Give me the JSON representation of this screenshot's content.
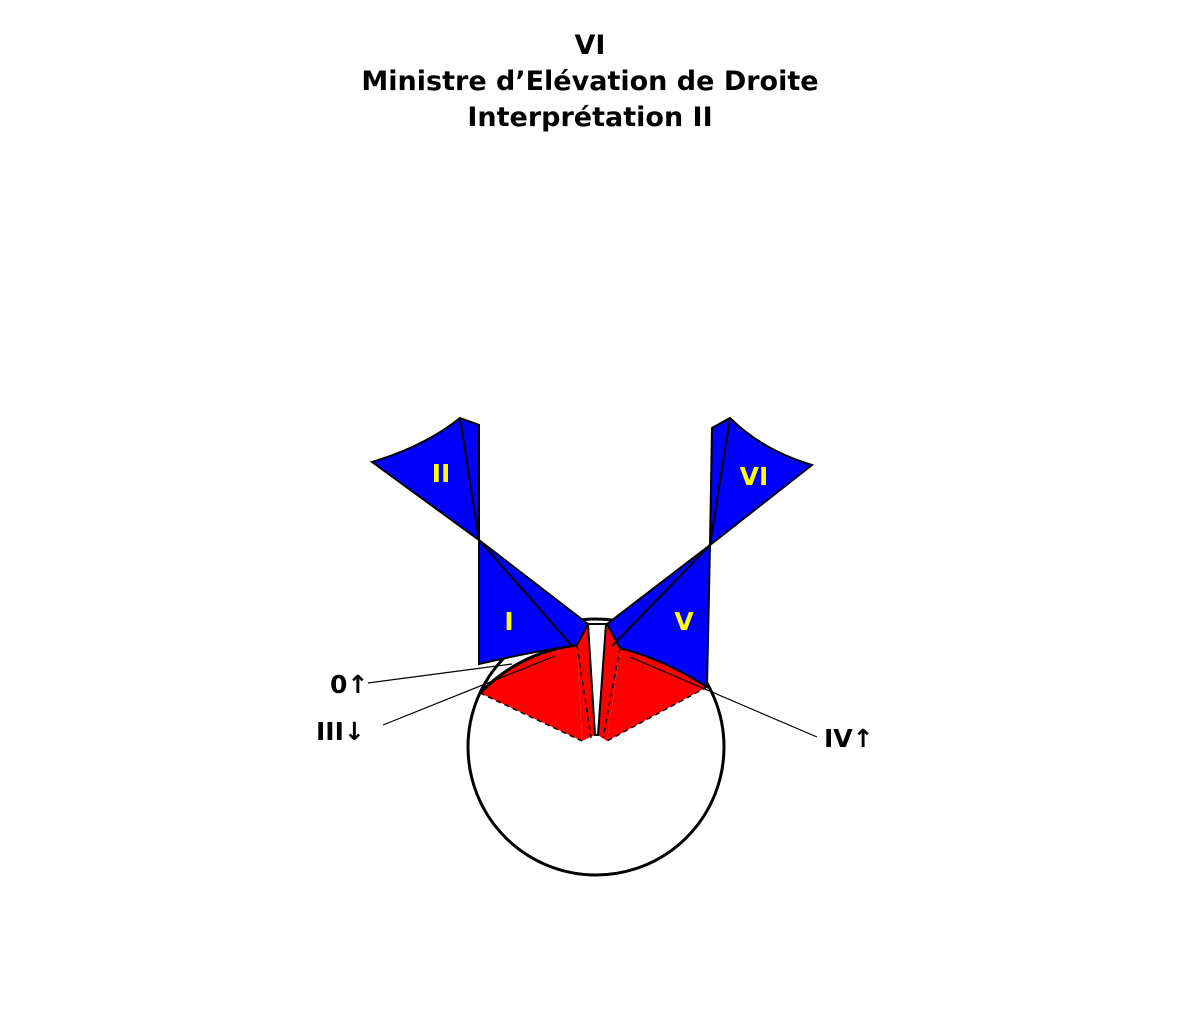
{
  "title": {
    "line1": "VI",
    "line2": "Ministre d’Elévation de Droite",
    "line3": "Interprétation II"
  },
  "regions": {
    "I": "I",
    "II": "II",
    "V": "V",
    "VI": "VI"
  },
  "callouts": {
    "zero": "0↑",
    "three": "III↓",
    "four": "IV↑"
  },
  "colors": {
    "blue": "#0000ff",
    "red": "#ff0000",
    "label_yellow": "#ffff00",
    "outline": "#000000",
    "background": "#ffffff"
  }
}
